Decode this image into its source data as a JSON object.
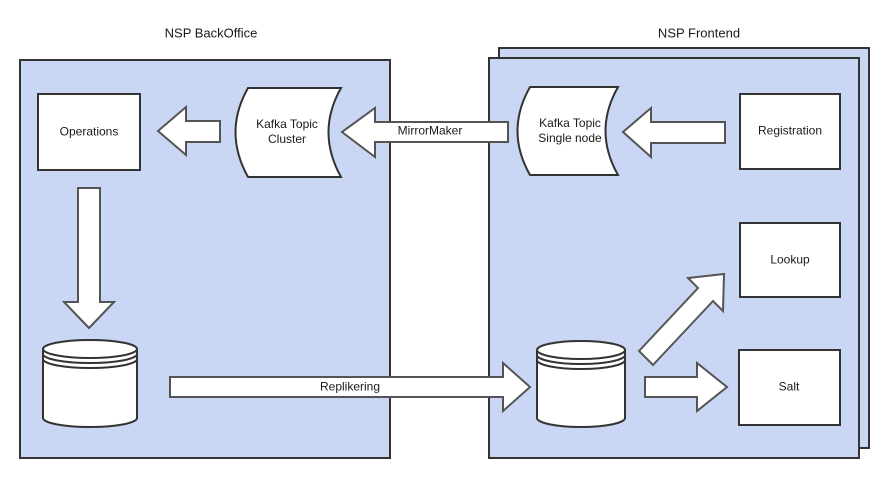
{
  "titles": {
    "backoffice": "NSP BackOffice",
    "frontend": "NSP Frontend"
  },
  "nodes": {
    "operations": {
      "label": "Operations"
    },
    "kafka_cluster": {
      "line1": "Kafka Topic",
      "line2": "Cluster"
    },
    "kafka_single": {
      "line1": "Kafka Topic",
      "line2": "Single node"
    },
    "registration": {
      "label": "Registration"
    },
    "lookup": {
      "label": "Lookup"
    },
    "salt": {
      "label": "Salt"
    },
    "database_backoffice": {
      "symbol": "database-cylinder"
    },
    "database_frontend": {
      "symbol": "database-cylinder"
    }
  },
  "arrows": {
    "cluster_to_operations": {
      "label": "",
      "direction": "left"
    },
    "mirrormaker": {
      "label": "MirrorMaker",
      "direction": "left"
    },
    "registration_to_single": {
      "label": "",
      "direction": "left"
    },
    "operations_to_database": {
      "label": "",
      "direction": "down"
    },
    "replikering": {
      "label": "Replikering",
      "direction": "right"
    },
    "database_to_lookup": {
      "label": "",
      "direction": "up-right"
    },
    "database_to_salt": {
      "label": "",
      "direction": "right"
    }
  },
  "colors": {
    "container_fill": "#cad7f4",
    "container_border": "#333333",
    "node_fill": "#ffffff",
    "node_border": "#333333",
    "arrow_border": "#545454",
    "text": "#1a1a1a",
    "page_bg": "#ffffff"
  }
}
